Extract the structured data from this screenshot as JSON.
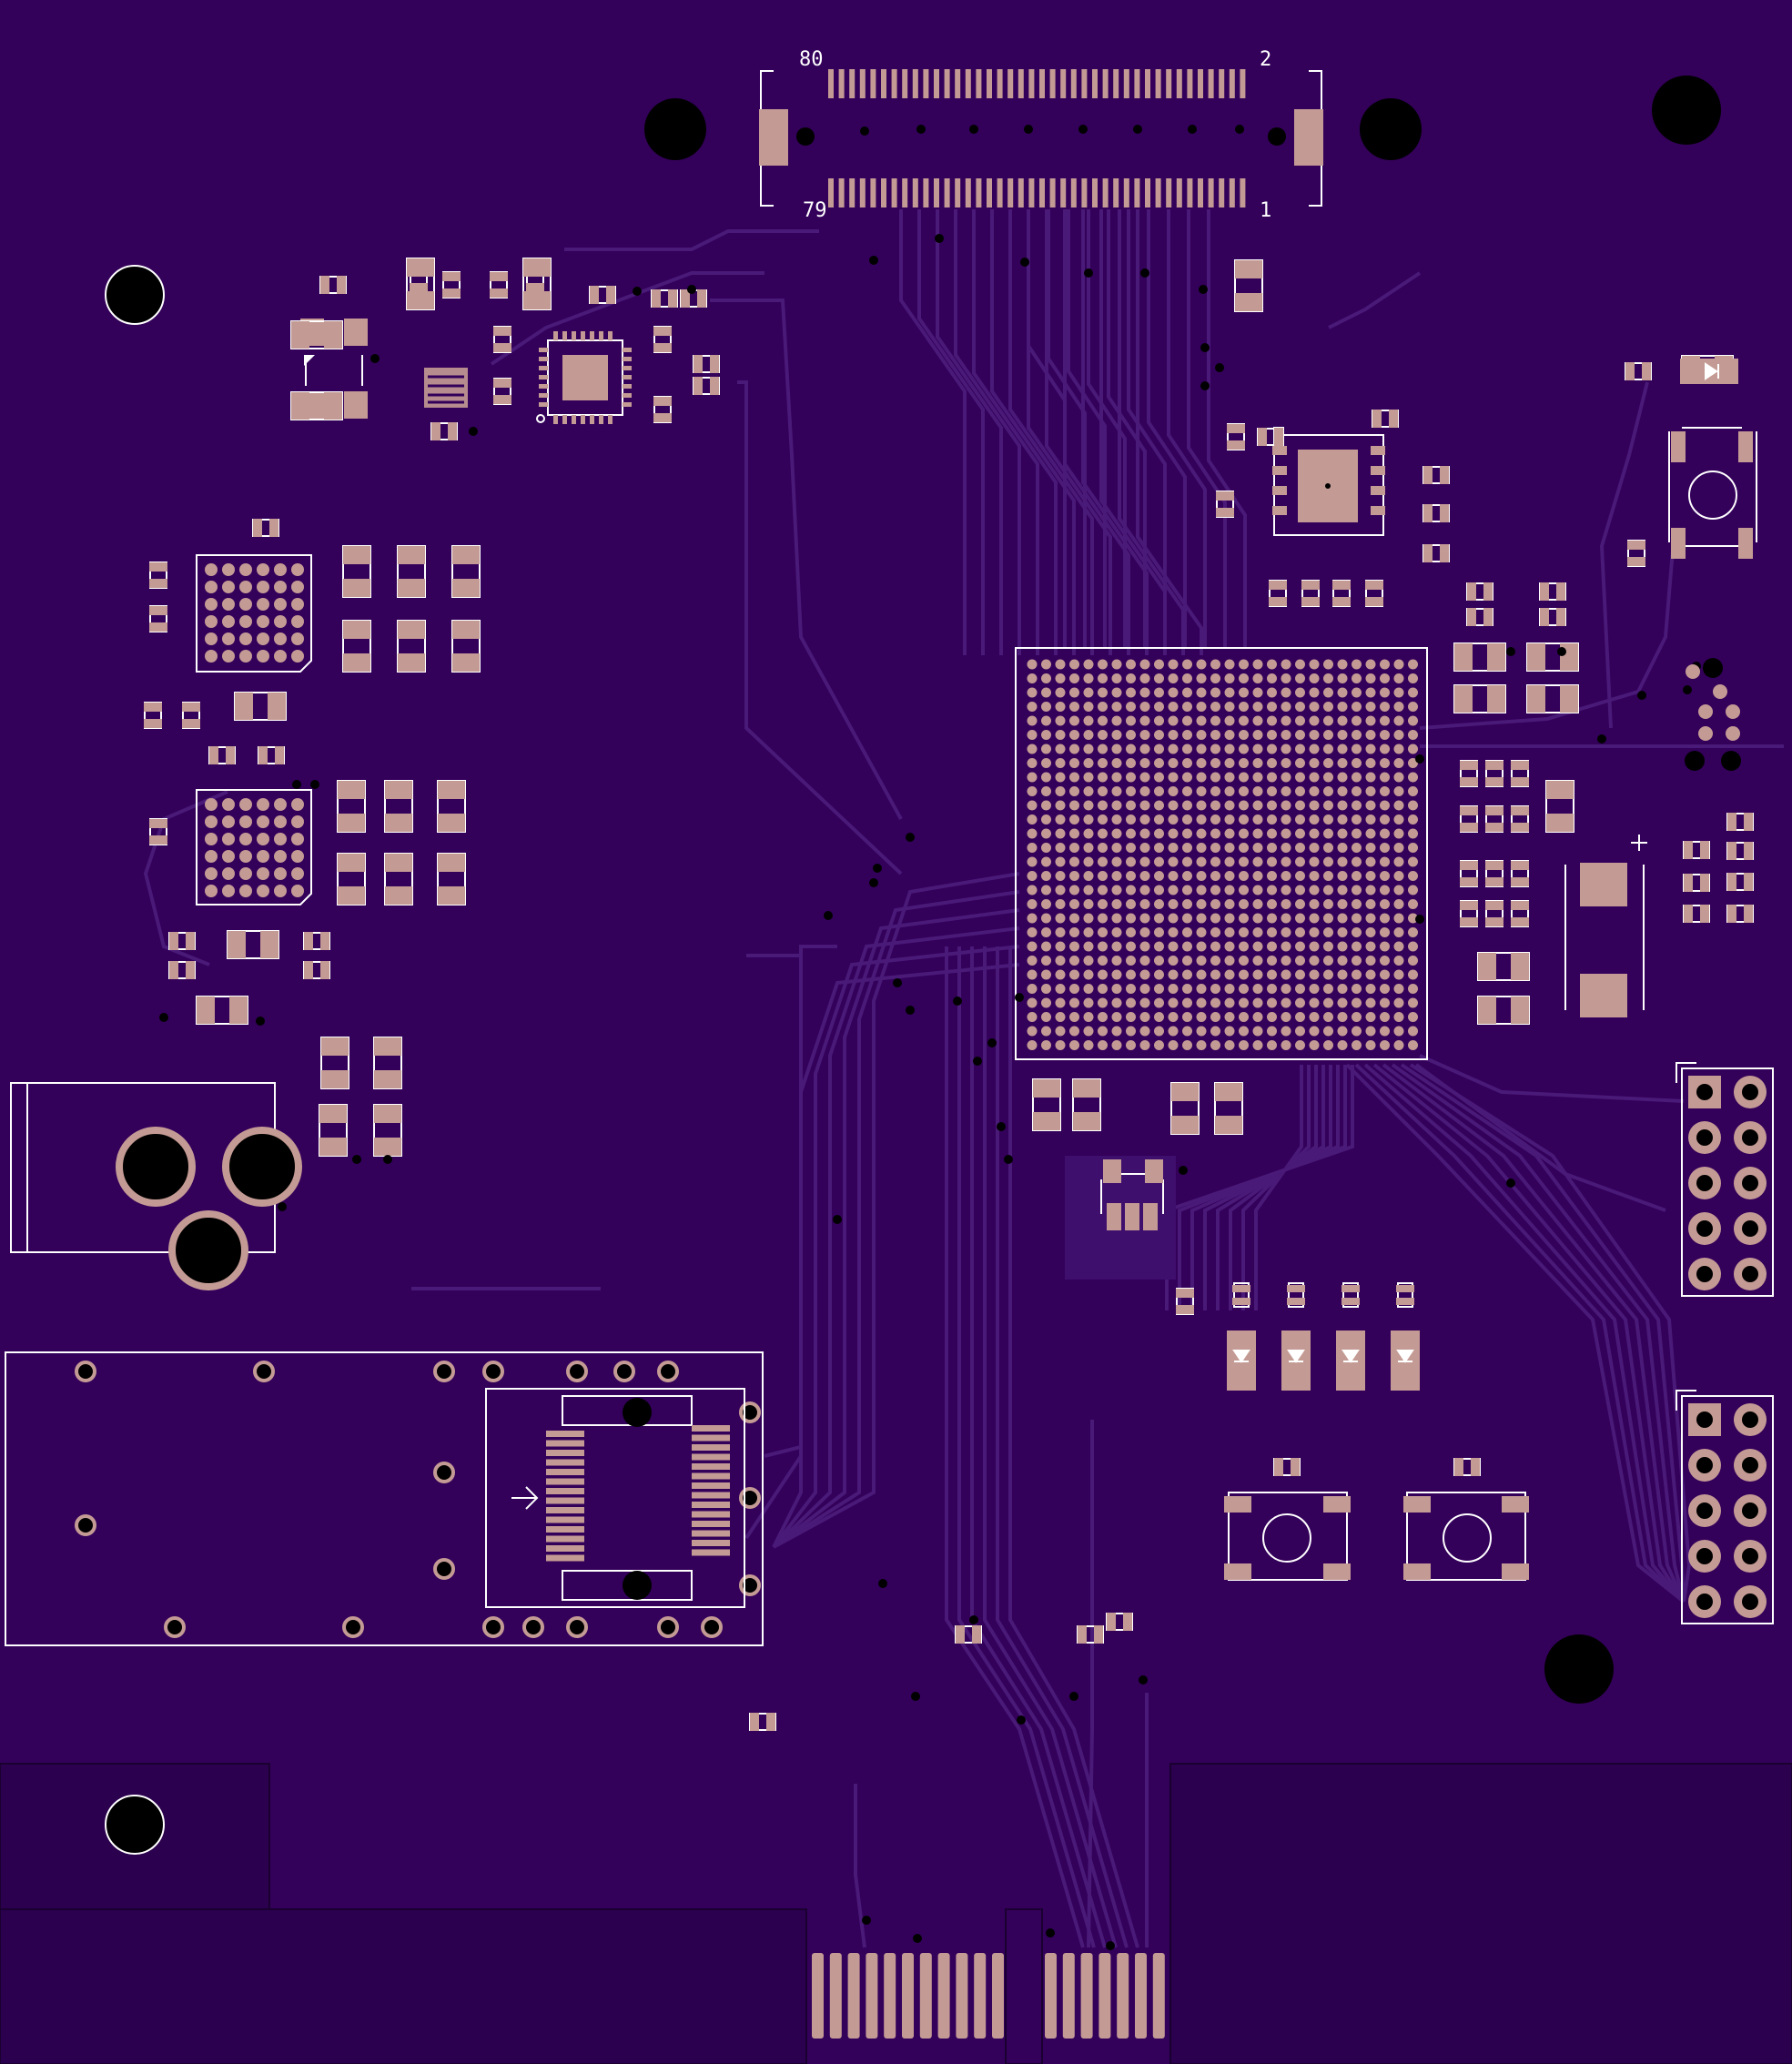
{
  "board": {
    "colors": {
      "substrate": "#33005a",
      "substrate_dark": "#2a004c",
      "trace": "#4a1a78",
      "pad": "#c49b94",
      "silk": "#ffffff",
      "drill": "#000000"
    }
  },
  "connector_labels": {
    "top_left": "80",
    "top_right": "2",
    "bottom_left": "79",
    "bottom_right": "1"
  }
}
